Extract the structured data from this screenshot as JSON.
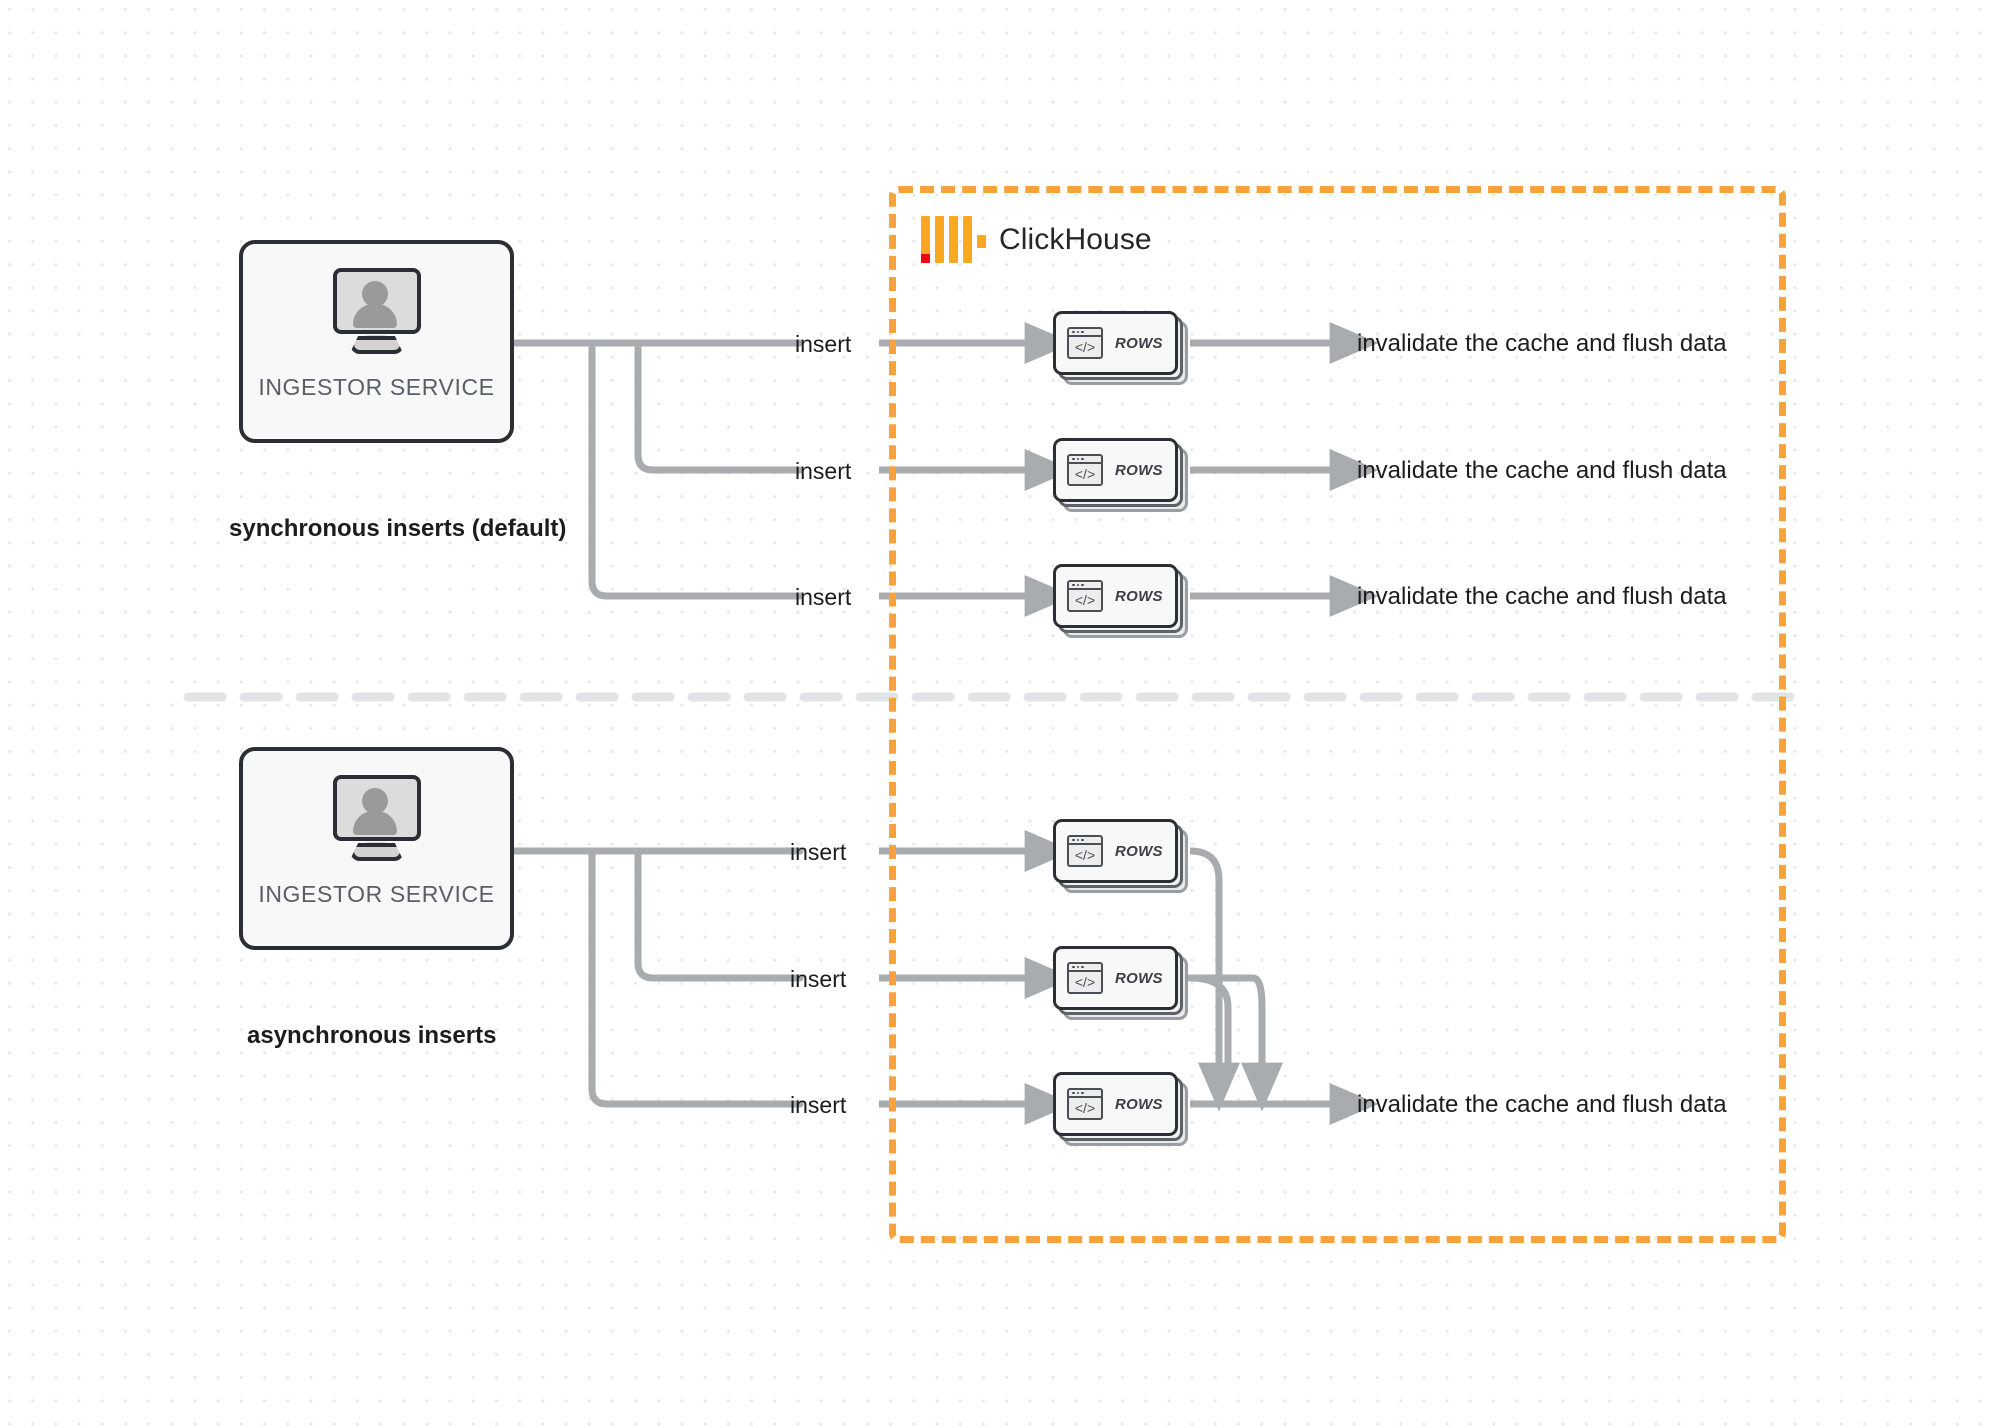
{
  "diagram": {
    "title": "ClickHouse synchronous vs asynchronous inserts",
    "background": "#ffffff",
    "grid_dot_color": "#e8e6e6"
  },
  "clickhouse": {
    "title": "ClickHouse",
    "border_color": "#f7a33c",
    "logo_name": "clickhouse-logo",
    "logo_bar_color": "#faa822",
    "logo_accent_color": "#ef0013"
  },
  "sections": [
    {
      "id": "sync",
      "caption": "synchronous inserts (default)",
      "service": {
        "label": "INGESTOR SERVICE",
        "icon": "monitor-user-icon"
      },
      "edges": [
        {
          "label": "insert",
          "target": "ROWS",
          "result": "invalidate the cache and flush data"
        },
        {
          "label": "insert",
          "target": "ROWS",
          "result": "invalidate the cache and flush data"
        },
        {
          "label": "insert",
          "target": "ROWS",
          "result": "invalidate the cache and flush data"
        }
      ]
    },
    {
      "id": "async",
      "caption": "asynchronous inserts",
      "service": {
        "label": "INGESTOR SERVICE",
        "icon": "monitor-user-icon"
      },
      "edges": [
        {
          "label": "insert",
          "target": "ROWS"
        },
        {
          "label": "insert",
          "target": "ROWS"
        },
        {
          "label": "insert",
          "target": "ROWS"
        }
      ],
      "merged_result": "invalidate the cache and flush data"
    }
  ],
  "rows_card": {
    "label": "ROWS",
    "icon": "code-window-icon",
    "code_glyph": "</>"
  },
  "colors": {
    "connector": "#a8acae",
    "card_border": "#2b2e33",
    "card_fill": "#f7f8f8",
    "divider": "#e2e3e4",
    "text": "#1c1c1c",
    "service_label": "#5a5f66"
  }
}
